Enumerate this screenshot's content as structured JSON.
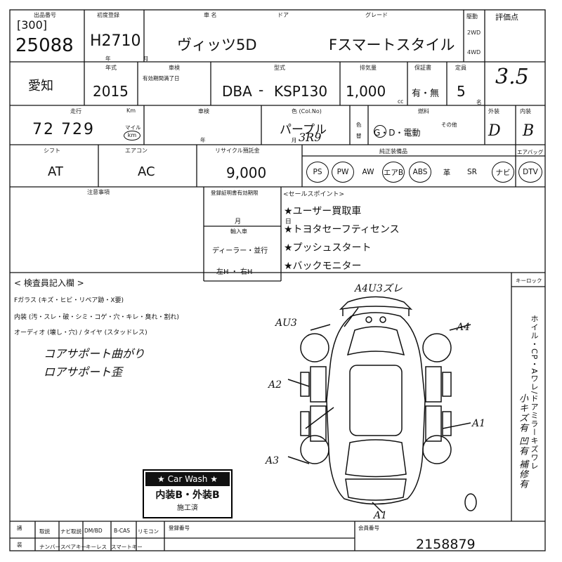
{
  "header": {
    "lot_label": "出品番号",
    "lot_bracket": "[300]",
    "lot_number": "25088",
    "first_reg_label": "初度登録",
    "first_reg": "H2710",
    "first_reg_unit": "年 月",
    "car_name_label": "車 名",
    "door_label": "ドア",
    "grade_label": "グレード",
    "car_name": "ヴィッツ5D",
    "grade": "Fスマートスタイル",
    "drive_label": "駆動",
    "drive_options": [
      "2WD",
      "4WD"
    ],
    "score_label": "評価点",
    "score": "3.5"
  },
  "row2": {
    "region": "愛知",
    "year_label": "年式",
    "year": "2015",
    "inspection_label": "車検",
    "inspection_sub": "有効期間満了日",
    "model_label": "型式",
    "model_prefix": "DBA",
    "model_dash": "-",
    "model_code": "KSP130",
    "displacement_label": "排気量",
    "displacement": "1,000",
    "displacement_unit": "cc",
    "warranty_label": "保証書",
    "warranty": "有・無",
    "capacity_label": "定員",
    "capacity": "5",
    "capacity_unit": "名"
  },
  "row3": {
    "mileage_label": "走行",
    "mileage_unit_label": "Km",
    "mileage": "72 729",
    "mileage_unit": "km",
    "mileage_mile": "マイル",
    "inspection_label": "車検",
    "inspection_unit": "年 月",
    "color_label": "色 (Col.No)",
    "color": "パープル",
    "color_code": "3R9",
    "color_change_label": [
      "色",
      "替"
    ],
    "fuel_label": "燃料",
    "fuel": "G・D・電動",
    "fuel_other": "その他",
    "exterior_label": "外装",
    "exterior_grade": "D",
    "interior_label": "内装",
    "interior_grade": "B"
  },
  "row4": {
    "shift_label": "シフト",
    "shift": "AT",
    "ac_label": "エアコン",
    "ac": "AC",
    "recycle_label": "リサイクル預託金",
    "recycle": "9,000",
    "equipment_label": "純正装備品",
    "equipment": [
      "PS",
      "PW",
      "AW",
      "エアB",
      "ABS",
      "革",
      "SR",
      "ナビ",
      "DTV"
    ],
    "equipment_circled": [
      true,
      true,
      false,
      true,
      true,
      false,
      false,
      true,
      true
    ],
    "extra_label": "エアバッグ"
  },
  "notes": {
    "caution_label": "注意事項",
    "reg_label": "登録証明書有効期限",
    "reg_unit": "月 日",
    "import_label": "輸入車",
    "import_value": "ディーラー・並行",
    "handle_value": "左H ・ 右H",
    "sales_label": "<セールスポイント>",
    "sales_points": [
      "★ユーザー買取車",
      "★トヨタセーフティセンス",
      "★プッシュスタート",
      "★バックモニター"
    ]
  },
  "inspector": {
    "title": "< 検査員記入欄 >",
    "glass": "Fガラス (キズ・ヒビ・リペア跡・X要)",
    "glass_circled": "X要",
    "interior": "内装 (汚・スレ・破・シミ・コゲ・穴・キレ・臭れ・割れ)",
    "audio": "オーディオ (壊し・穴) / タイヤ (スタッドレス)",
    "remark1": "コアサポート曲がり",
    "remark2": "ロアサポート歪",
    "key_label": "キーロック",
    "side_text": "ホイル・CP・Aワレ/ドアミラーキズワレ",
    "side_hand": "小キズ有 凹有 補修有",
    "diagram_marks": [
      "A4U3ズレ",
      "AU3",
      "A4",
      "A2",
      "A1",
      "A3",
      "A1"
    ]
  },
  "stamp": {
    "line1": "★ Car Wash ★",
    "line2": "内装B・外装B",
    "line3": "施工済"
  },
  "footer": {
    "label_col": [
      "諸",
      "装"
    ],
    "row1": [
      "取説",
      "ナビ取説",
      "DM/BD",
      "B-CAS",
      "リモコン"
    ],
    "row2": [
      "ナンバー",
      "スペアキー",
      "キーレス",
      "スマートキー"
    ],
    "reg_number_label": "登録番号",
    "member_label": "会員番号",
    "member_number": "2158879"
  }
}
